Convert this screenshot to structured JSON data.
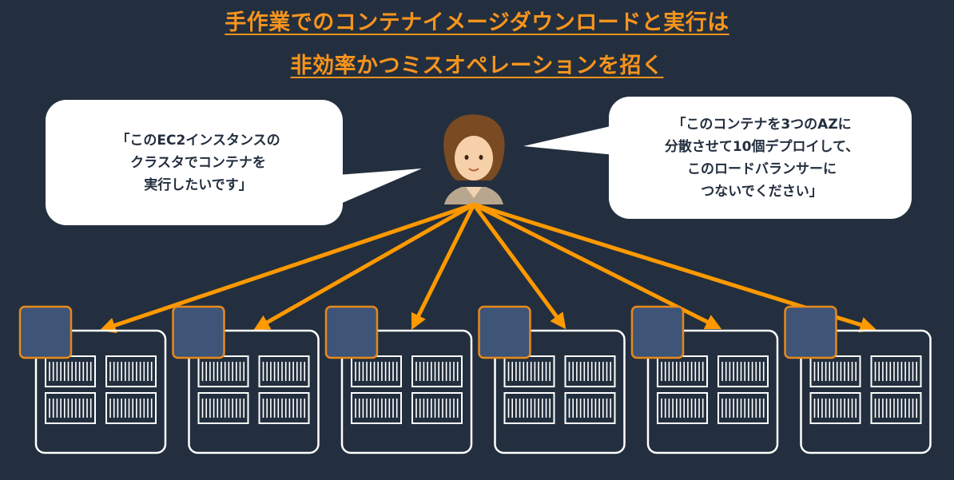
{
  "title": {
    "line1": "手作業でのコンテナイメージダウンロードと実行は",
    "line2": "非効率かつミスオペレーションを招く"
  },
  "bubble_left": {
    "lines": [
      "「このEC2インスタンスの",
      "クラスタでコンテナを",
      "実行したいです」"
    ]
  },
  "bubble_right": {
    "lines": [
      "「このコンテナを3つのAZに",
      "分散させて10個デプロイして、",
      "このロードバランサーに",
      "つないでください」"
    ]
  },
  "colors": {
    "background": "#232f3e",
    "accent": "#f7941d",
    "arrow": "#ff9900",
    "bubble": "#ffffff",
    "node_fill": "#3f5578",
    "node_border": "#e8891a"
  },
  "icons": {
    "person": "person-avatar-icon",
    "instance": "ec2-instance-icon",
    "container": "container-icon"
  },
  "instance_count": 6
}
